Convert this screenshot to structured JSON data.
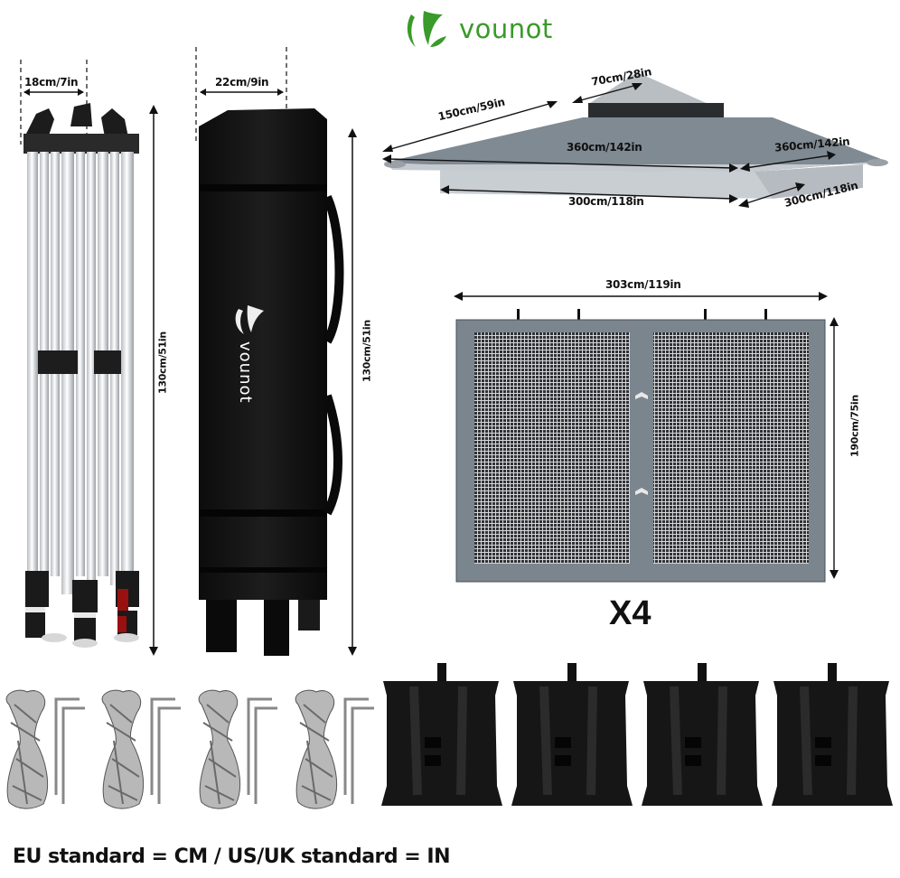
{
  "brand": {
    "name": "vounot",
    "color": "#3a9a2a",
    "icon": "vounot-leaf-logo-icon"
  },
  "frame": {
    "width_label": "18cm/7in",
    "height_label": "130cm/51in"
  },
  "carry_bag": {
    "width_label": "22cm/9in",
    "height_label": "130cm/51in",
    "logo_text": "vounot"
  },
  "canopy": {
    "top_vent_label": "70cm/28in",
    "slope_label": "150cm/59in",
    "outer_width_label": "360cm/142in",
    "outer_depth_label": "360cm/142in",
    "base_width_label": "300cm/118in",
    "base_depth_label": "300cm/118in",
    "colors": {
      "roof": "#7f8a93",
      "valance": "#c9ced3",
      "vent": "#2a2d30"
    }
  },
  "sidewall": {
    "width_label": "303cm/119in",
    "height_label": "190cm/75in",
    "quantity_label": "X4",
    "colors": {
      "panel": "#7b858e",
      "mesh": "#3b3e42"
    }
  },
  "accessories": {
    "ropes_and_stakes_count": 4,
    "sandbags_count": 4
  },
  "footer": {
    "note": "EU standard = CM / US/UK standard = IN"
  }
}
